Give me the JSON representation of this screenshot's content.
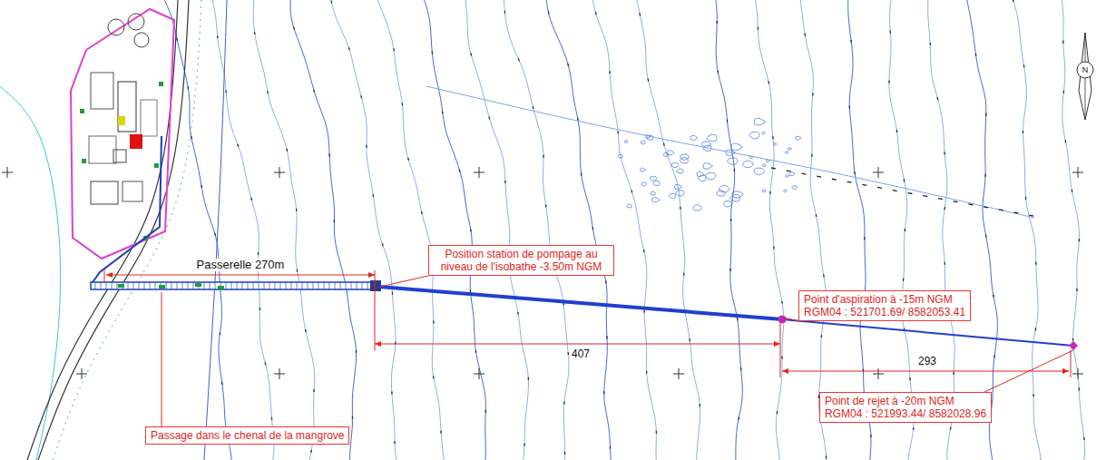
{
  "diagram": {
    "nodes": [
      {
        "text": [
          "Position station de pompage au niveau de l'isobathe -3.50m NGM"
        ]
      },
      {
        "text": [
          "Point d'aspiration à -15m NGM",
          "RGM04 : 521701.69/ 8582053.41"
        ]
      },
      {
        "text": [
          "Point de rejet à -20m NGM",
          "RGM04 : 521993.44/ 8582028.96"
        ]
      },
      {
        "text": [
          "Passage dans le chenal de la mangrove"
        ]
      }
    ],
    "labels": [
      "Passerelle 270m",
      "407",
      "293",
      "N"
    ]
  }
}
